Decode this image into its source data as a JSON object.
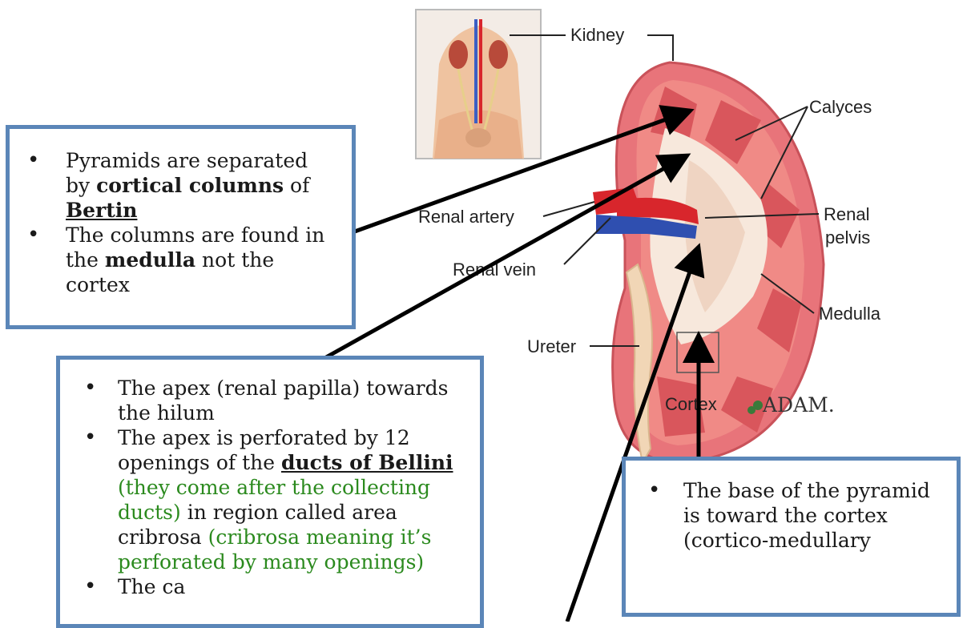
{
  "diagram": {
    "labels": {
      "kidney": "Kidney",
      "calyces": "Calyces",
      "renal_artery": "Renal artery",
      "renal_pelvis_1": "Renal",
      "renal_pelvis_2": "pelvis",
      "renal_vein": "Renal vein",
      "medulla": "Medulla",
      "ureter": "Ureter",
      "cortex": "Cortex",
      "logo": "ADAM."
    },
    "colors": {
      "box_border": "#5b86b8",
      "green_text": "#2b8a1e",
      "kidney_tissue": "#e8747a",
      "artery": "#d8262c",
      "vein": "#2f4fb0"
    }
  },
  "box_columns": {
    "item1": {
      "part1": "Pyramids are separated by ",
      "bold": "cortical columns",
      "part2": " of ",
      "bold_underline": "Bertin"
    },
    "item2": {
      "part1": "The columns are found in the ",
      "bold": "medulla",
      "part2": " not the cortex"
    }
  },
  "box_apex": {
    "item1": "The apex (renal papilla) towards the hilum",
    "item2": {
      "part1": "The apex is perforated by 12 openings of the ",
      "bold_underline": "ducts of Bellini",
      "green1": " (they come after the collecting ducts)",
      "part2": " in region called area cribrosa ",
      "green2": "(cribrosa meaning it’s perforated by many openings)"
    },
    "item3_partial": "The ca"
  },
  "box_base": {
    "item1": "The base of the pyramid is toward the cortex (cortico-medullary"
  }
}
